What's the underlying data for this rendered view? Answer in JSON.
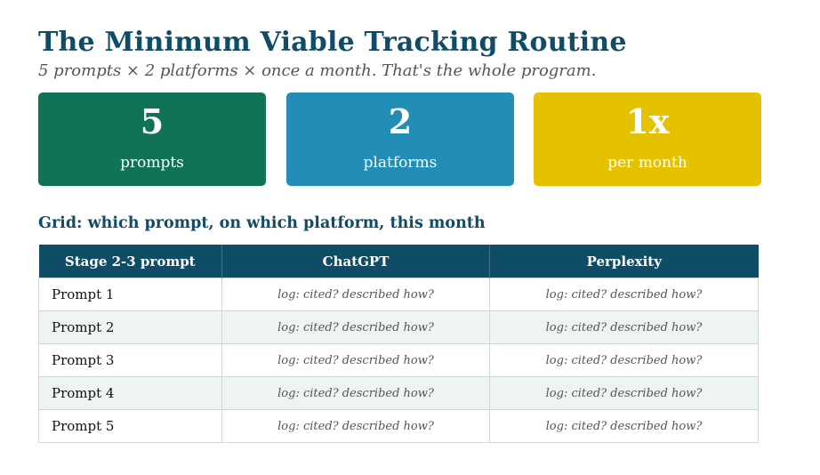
{
  "header": {
    "title": "The Minimum Viable Tracking Routine",
    "subtitle": "5 prompts  ×  2 platforms  ×  once a month. That's the whole program."
  },
  "cards": [
    {
      "value": "5",
      "label": "prompts",
      "color": "#107256"
    },
    {
      "value": "2",
      "label": "platforms",
      "color": "#228eb8"
    },
    {
      "value": "1x",
      "label": "per month",
      "color": "#e5c200"
    }
  ],
  "grid": {
    "title": "Grid: which prompt, on which platform, this month",
    "columns": [
      "Stage 2-3 prompt",
      "ChatGPT",
      "Perplexity"
    ],
    "rows": [
      {
        "prompt": "Prompt 1",
        "chatgpt": "log: cited? described how?",
        "perplexity": "log: cited? described how?"
      },
      {
        "prompt": "Prompt 2",
        "chatgpt": "log: cited? described how?",
        "perplexity": "log: cited? described how?"
      },
      {
        "prompt": "Prompt 3",
        "chatgpt": "log: cited? described how?",
        "perplexity": "log: cited? described how?"
      },
      {
        "prompt": "Prompt 4",
        "chatgpt": "log: cited? described how?",
        "perplexity": "log: cited? described how?"
      },
      {
        "prompt": "Prompt 5",
        "chatgpt": "log: cited? described how?",
        "perplexity": "log: cited? described how?"
      }
    ]
  },
  "colors": {
    "heading": "#0f4c66",
    "header_row": "#0f4c66",
    "alt_row": "#eef4f4"
  }
}
